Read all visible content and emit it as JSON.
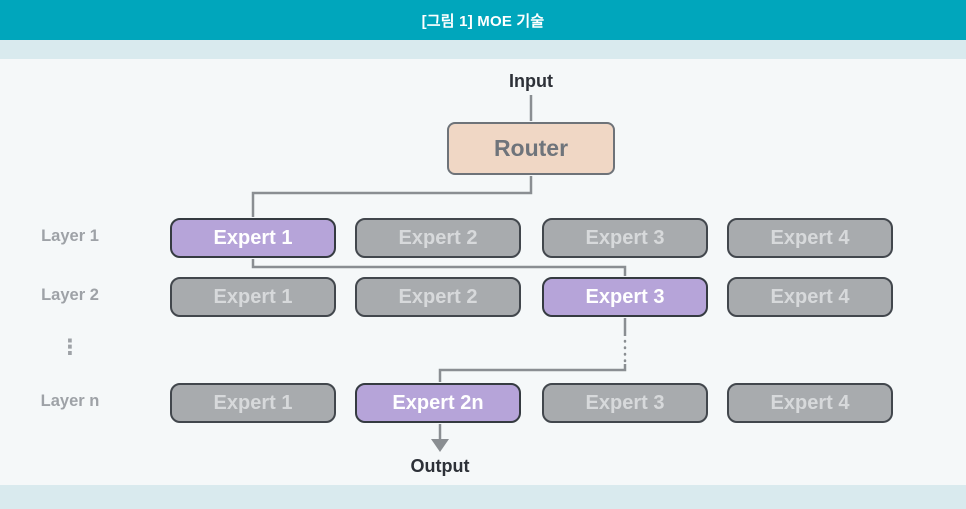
{
  "header": {
    "title": "[그림 1] MOE 기술"
  },
  "diagram": {
    "input_label": "Input",
    "router_label": "Router",
    "output_label": "Output",
    "ellipsis": "⋮",
    "layers": [
      {
        "label": "Layer 1",
        "experts": [
          {
            "label": "Expert 1",
            "selected": true
          },
          {
            "label": "Expert 2",
            "selected": false
          },
          {
            "label": "Expert 3",
            "selected": false
          },
          {
            "label": "Expert 4",
            "selected": false
          }
        ]
      },
      {
        "label": "Layer 2",
        "experts": [
          {
            "label": "Expert 1",
            "selected": false
          },
          {
            "label": "Expert 2",
            "selected": false
          },
          {
            "label": "Expert 3",
            "selected": true
          },
          {
            "label": "Expert 4",
            "selected": false
          }
        ]
      },
      {
        "label": "Layer n",
        "experts": [
          {
            "label": "Expert 1",
            "selected": false
          },
          {
            "label": "Expert 2n",
            "selected": true
          },
          {
            "label": "Expert 3",
            "selected": false
          },
          {
            "label": "Expert 4",
            "selected": false
          }
        ]
      }
    ]
  },
  "colors": {
    "teal": "#00A6BC",
    "strip": "#D9EAEE",
    "bg": "#F5F8F9",
    "selFill": "#B6A4D9",
    "selBorder": "#353B41",
    "boxFill": "#A8ABAE",
    "boxBorder": "#42474D",
    "boxText": "#D7D9DB",
    "routerFill": "#F0D7C5",
    "routerBorder": "#6E7379",
    "routerText": "#6F747B",
    "line": "#8A8E92",
    "labelGray": "#9EA2A7",
    "darkText": "#2D3138"
  }
}
